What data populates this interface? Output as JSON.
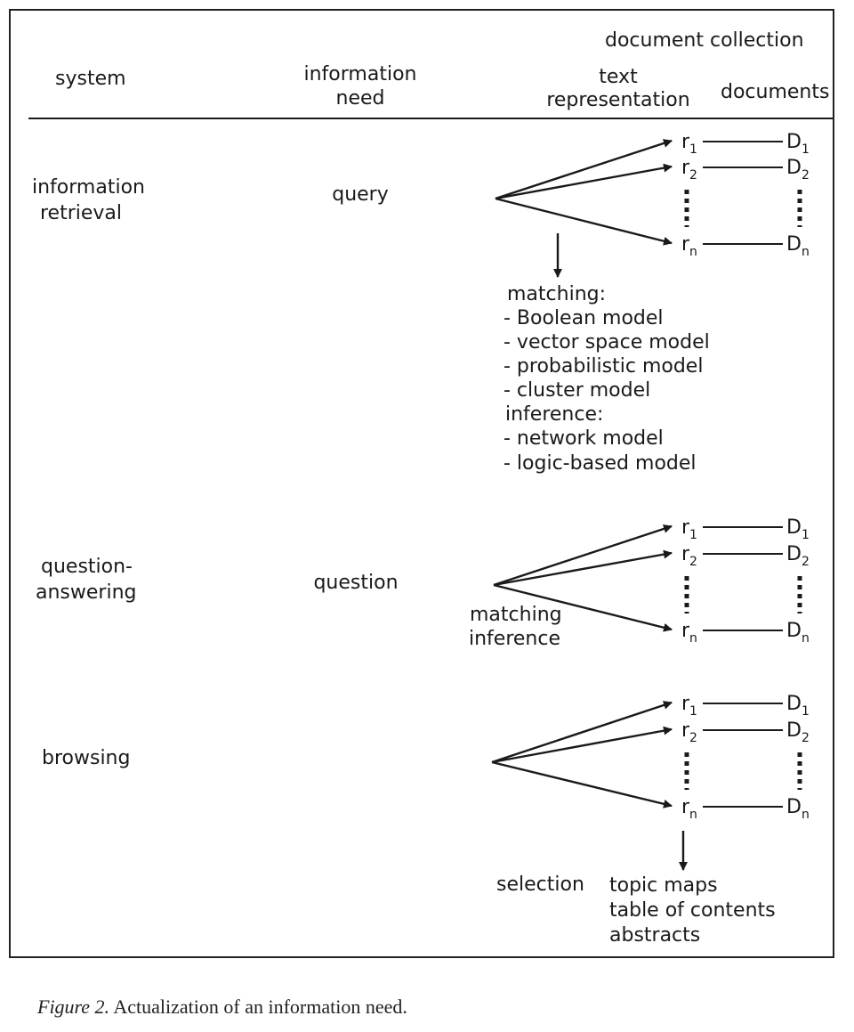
{
  "headers": {
    "document_collection": "document collection",
    "system": "system",
    "information_need": [
      "information",
      "need"
    ],
    "text_representation": [
      "text",
      "representation"
    ],
    "documents": "documents"
  },
  "rows": [
    {
      "system": [
        "information",
        "retrieval"
      ],
      "need": "query",
      "notes": [
        "matching:",
        "- Boolean model",
        "- vector space model",
        "- probabilistic model",
        "- cluster model",
        "inference:",
        "- network model",
        "- logic-based model"
      ]
    },
    {
      "system": [
        "question-",
        "answering"
      ],
      "need": "question",
      "notes": [
        "matching",
        "inference"
      ]
    },
    {
      "system": [
        "browsing"
      ],
      "need": "",
      "notes": [
        "selection"
      ],
      "results": [
        "topic maps",
        "table of contents",
        "abstracts"
      ]
    }
  ],
  "reps": {
    "r": "r",
    "d": "D",
    "subs": [
      "1",
      "2",
      "n"
    ]
  },
  "caption": {
    "figure": "Figure 2.",
    "text": "Actualization of an information need."
  }
}
